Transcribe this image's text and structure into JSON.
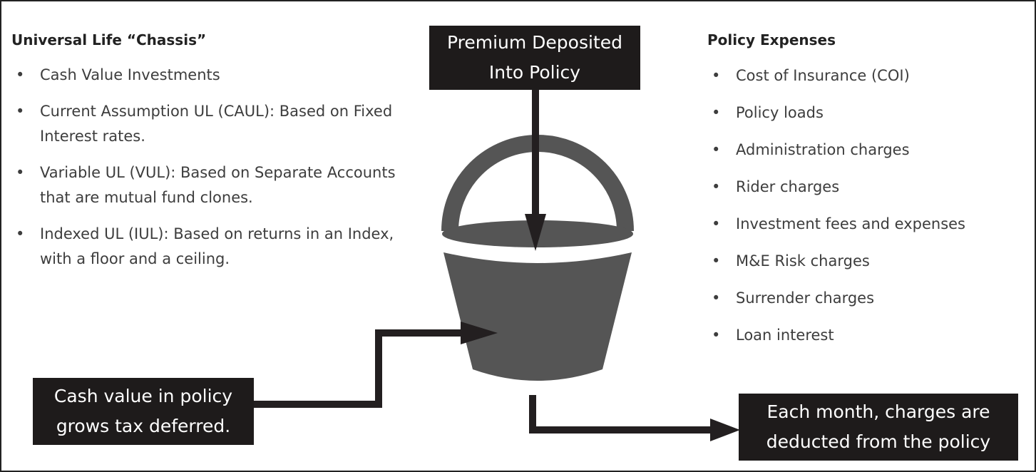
{
  "left_panel": {
    "title": "Universal Life “Chassis”",
    "items": [
      "Cash Value Investments",
      "Current Assumption UL (CAUL): Based on Fixed Interest rates.",
      "Variable UL (VUL): Based on Separate Accounts that are mutual fund clones.",
      "Indexed UL (IUL): Based on returns in an Index, with a floor and a ceiling."
    ]
  },
  "right_panel": {
    "title": "Policy Expenses",
    "items": [
      "Cost of Insurance (COI)",
      "Policy loads",
      "Administration charges",
      "Rider charges",
      "Investment fees and expenses",
      "M&E Risk charges",
      "Surrender charges",
      "Loan interest"
    ]
  },
  "boxes": {
    "premium": [
      "Premium Deposited",
      "Into Policy"
    ],
    "cash_value": [
      "Cash value in policy",
      "grows tax deferred."
    ],
    "charges": [
      "Each month, charges are",
      "deducted from the policy"
    ]
  },
  "colors": {
    "bucket": "#555555",
    "box_fill": "#1e1b1b",
    "arrow": "#231f20",
    "text": "#3d3d3d",
    "border": "#222222"
  }
}
